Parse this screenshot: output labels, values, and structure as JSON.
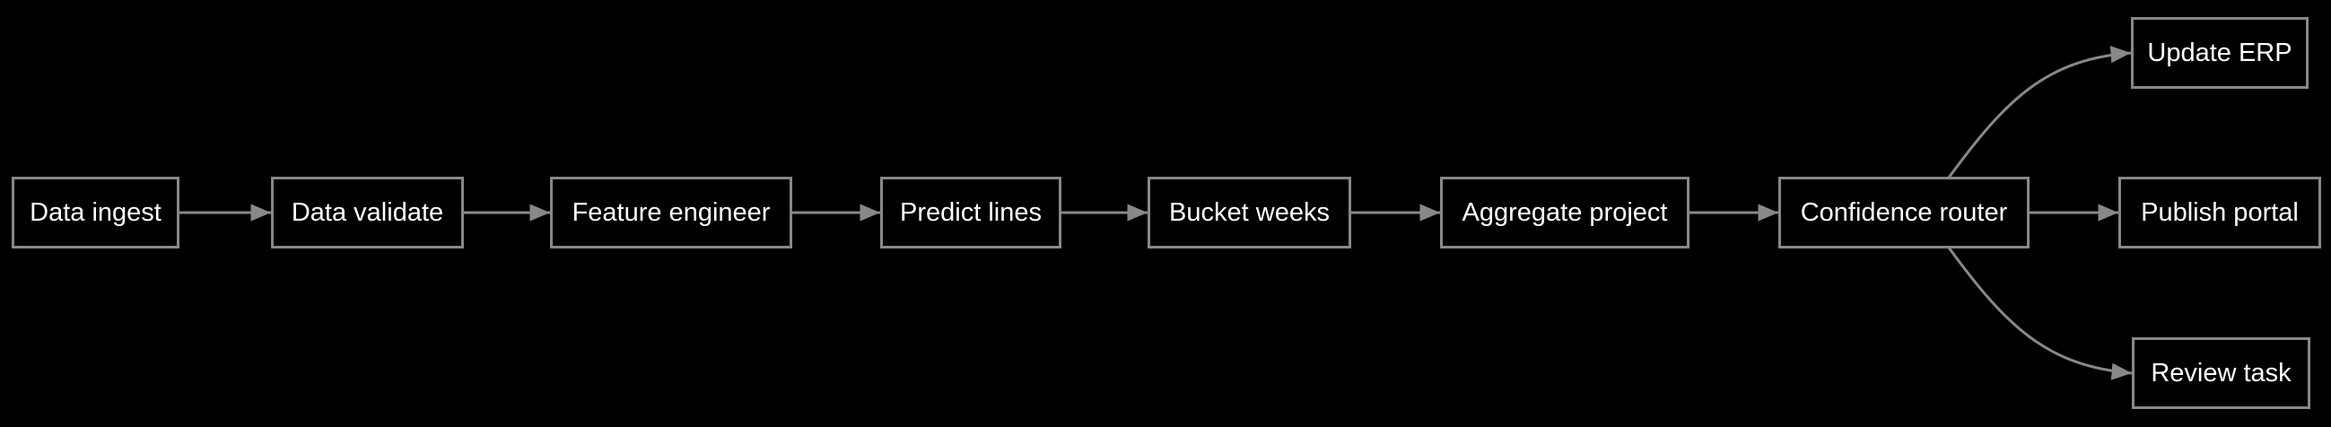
{
  "diagram": {
    "type": "flowchart",
    "direction": "left-to-right",
    "nodes": [
      {
        "id": "data_ingest",
        "label": "Data ingest"
      },
      {
        "id": "data_validate",
        "label": "Data validate"
      },
      {
        "id": "feature_engineer",
        "label": "Feature engineer"
      },
      {
        "id": "predict_lines",
        "label": "Predict lines"
      },
      {
        "id": "bucket_weeks",
        "label": "Bucket weeks"
      },
      {
        "id": "aggregate_project",
        "label": "Aggregate project"
      },
      {
        "id": "confidence_router",
        "label": "Confidence router"
      },
      {
        "id": "update_erp",
        "label": "Update ERP"
      },
      {
        "id": "publish_portal",
        "label": "Publish portal"
      },
      {
        "id": "review_task",
        "label": "Review task"
      }
    ],
    "edges": [
      {
        "from": "data_ingest",
        "to": "data_validate"
      },
      {
        "from": "data_validate",
        "to": "feature_engineer"
      },
      {
        "from": "feature_engineer",
        "to": "predict_lines"
      },
      {
        "from": "predict_lines",
        "to": "bucket_weeks"
      },
      {
        "from": "bucket_weeks",
        "to": "aggregate_project"
      },
      {
        "from": "aggregate_project",
        "to": "confidence_router"
      },
      {
        "from": "confidence_router",
        "to": "update_erp"
      },
      {
        "from": "confidence_router",
        "to": "publish_portal"
      },
      {
        "from": "confidence_router",
        "to": "review_task"
      }
    ],
    "colors": {
      "background": "#000000",
      "node_fill": "#000000",
      "node_border": "#888888",
      "node_text": "#ffffff",
      "edge": "#888888"
    }
  }
}
